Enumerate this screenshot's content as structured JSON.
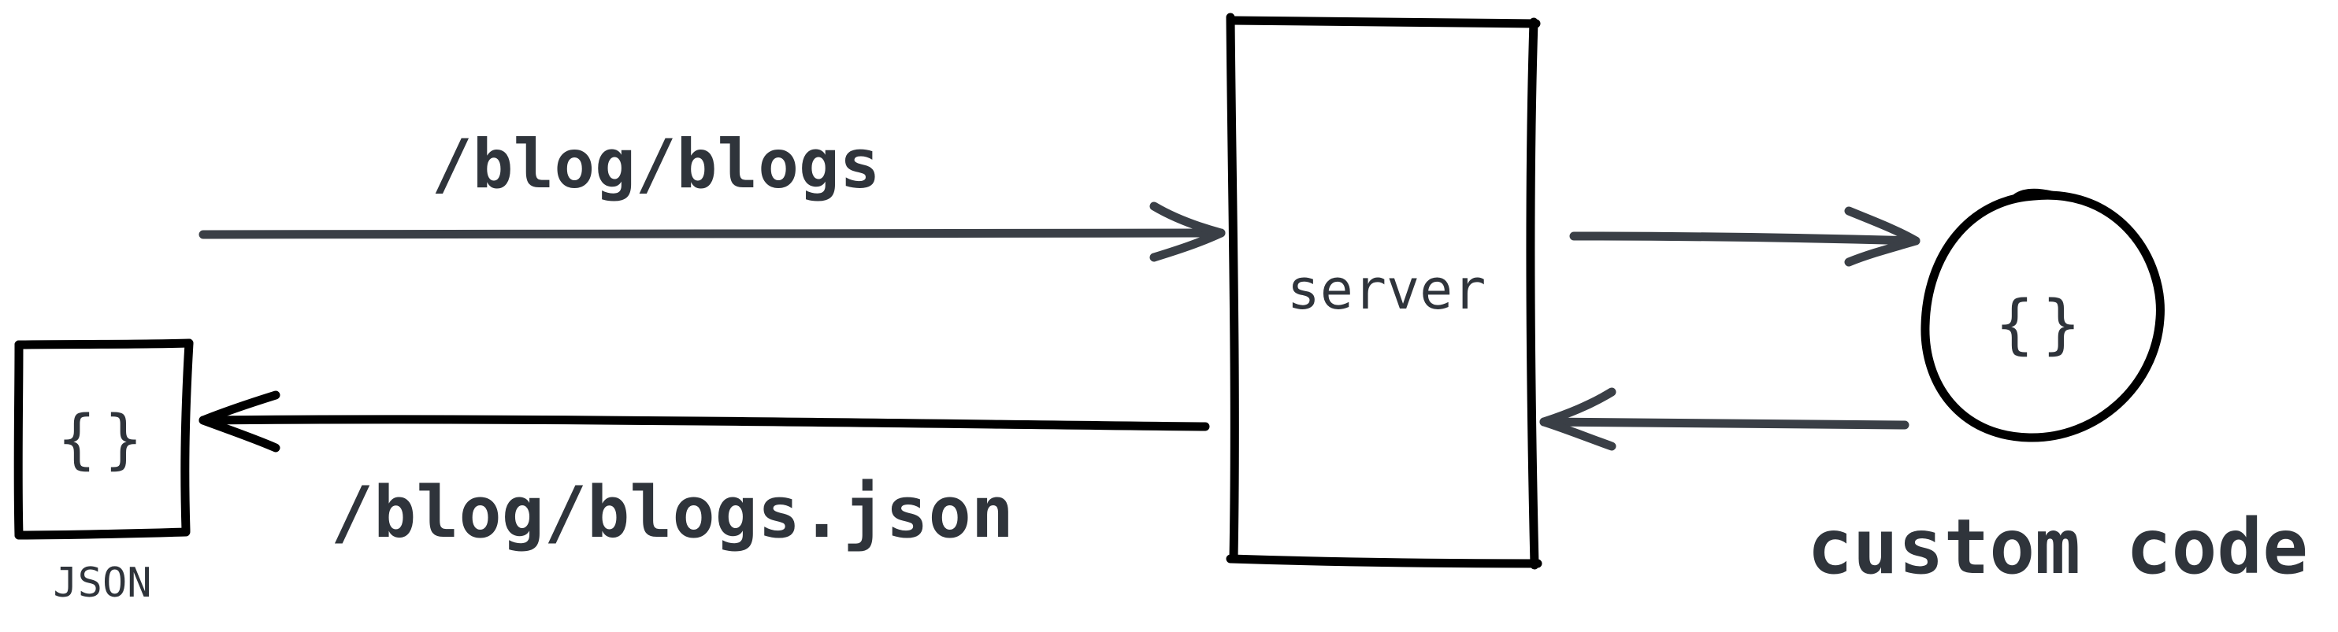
{
  "diagram": {
    "request_path": "/blog/blogs",
    "response_path": "/blog/blogs.json",
    "server_label": "server",
    "json_label": "JSON",
    "json_icon": "{}",
    "code_icon": "{}",
    "custom_code_label": "custom code",
    "ink_color": "#000000",
    "text_color": "#2f343b",
    "arrow_color": "#3a3f46"
  }
}
